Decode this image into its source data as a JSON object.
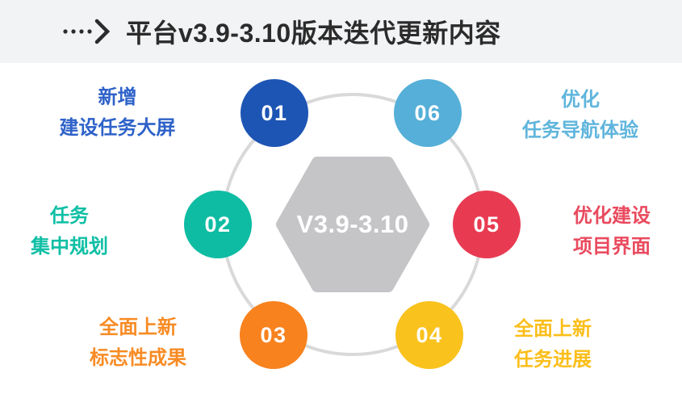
{
  "header": {
    "title": "平台v3.9-3.10版本迭代更新内容",
    "arrow_icon": "dotted-arrow-right",
    "background_color": "#f2f3f5",
    "title_color": "#2b2b2b"
  },
  "diagram": {
    "center": {
      "shape": "hexagon",
      "label": "V3.9-3.10",
      "fill_color": "#c5c5c8",
      "text_color": "#ffffff"
    },
    "ring_color": "#d9d9d9",
    "items": [
      {
        "number": "01",
        "position": "top-left",
        "circle_color": "#1d55b4",
        "text_color": "#2e62c9",
        "lines": [
          "新增",
          "建设任务大屏"
        ]
      },
      {
        "number": "02",
        "position": "middle-left",
        "circle_color": "#0ebca3",
        "text_color": "#0fbfa5",
        "lines": [
          "任务",
          "集中规划"
        ]
      },
      {
        "number": "03",
        "position": "bottom-left",
        "circle_color": "#f8821e",
        "text_color": "#f88b24",
        "lines": [
          "全面上新",
          "标志性成果"
        ]
      },
      {
        "number": "04",
        "position": "bottom-right",
        "circle_color": "#f9c21d",
        "text_color": "#fbbe1a",
        "lines": [
          "全面上新",
          "任务进展"
        ]
      },
      {
        "number": "05",
        "position": "middle-right",
        "circle_color": "#e83b52",
        "text_color": "#e94a5e",
        "lines": [
          "优化建设",
          "项目界面"
        ]
      },
      {
        "number": "06",
        "position": "top-right",
        "circle_color": "#55afd8",
        "text_color": "#5fb5dc",
        "lines": [
          "优化",
          "任务导航体验"
        ]
      }
    ]
  }
}
